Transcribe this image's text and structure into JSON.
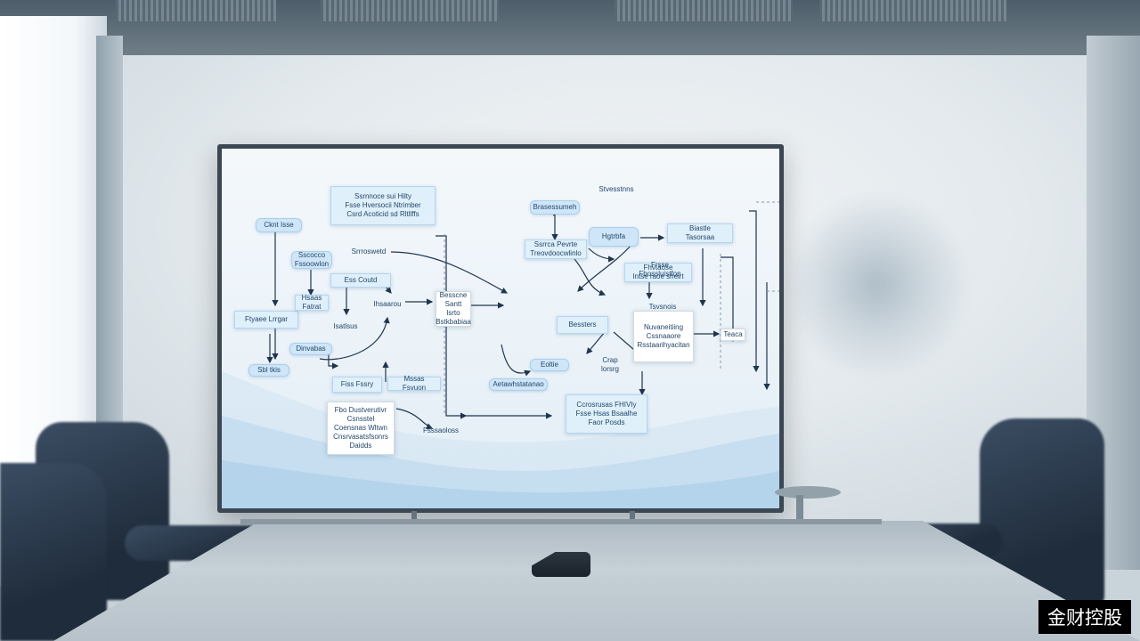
{
  "scene": {
    "colors": {
      "screen_node": "#cfe6f8",
      "screen_line": "#1f3550",
      "chair": "#223040",
      "watermark_bg": "#000000",
      "watermark_fg": "#ffffff"
    }
  },
  "diagram": {
    "nodes": [
      {
        "id": "n1",
        "text": "Cknt Isse",
        "style": "pill"
      },
      {
        "id": "n2",
        "text": "Ssrnnoce sui Hilty\nFsse Hversocii Ntrimber\nCsrd Acoticid sd Rltllffs",
        "style": "box"
      },
      {
        "id": "n3",
        "text": "Srrroswetd",
        "style": "plain"
      },
      {
        "id": "n4",
        "text": "Sscocco\nFssoowlon",
        "style": "pill"
      },
      {
        "id": "n5",
        "text": "Ftyaee Lrrgar",
        "style": "box"
      },
      {
        "id": "n6",
        "text": "Ess Coutd",
        "style": "box"
      },
      {
        "id": "n7",
        "text": "Hsaas\nFatrat",
        "style": "box"
      },
      {
        "id": "n8",
        "text": "Ihsaarou",
        "style": "plain"
      },
      {
        "id": "n9",
        "text": "Isatlsus",
        "style": "plain"
      },
      {
        "id": "n10",
        "text": "Dinvabas",
        "style": "pill"
      },
      {
        "id": "n11",
        "text": "Sbl tkis",
        "style": "pill"
      },
      {
        "id": "n12",
        "text": "Besscne\nSantt\nlsrto\nBstkbabiaa",
        "style": "white"
      },
      {
        "id": "n13",
        "text": "Brasessumeh",
        "style": "pill"
      },
      {
        "id": "n14",
        "text": "Stvesstnns",
        "style": "plain"
      },
      {
        "id": "n15",
        "text": "Ssrrca Pevrte\nTreovdoocwlinlo",
        "style": "box"
      },
      {
        "id": "n16",
        "text": "Hgtrbfa",
        "style": "pill"
      },
      {
        "id": "n17",
        "text": "Biastle\nTasorsaa",
        "style": "box"
      },
      {
        "id": "n18",
        "text": "Fhvtaose\nIntse raoe sheirt",
        "style": "box"
      },
      {
        "id": "n19",
        "text": "Frsse\nFbossluistfon",
        "style": "plain"
      },
      {
        "id": "n20",
        "text": "Tsvsnois",
        "style": "plain"
      },
      {
        "id": "n21",
        "text": "Nuvaneitiing\nCssnaaore\nRsstaarihyacitan",
        "style": "white"
      },
      {
        "id": "n22",
        "text": "Teaca",
        "style": "white"
      },
      {
        "id": "n23",
        "text": "Bessters",
        "style": "box"
      },
      {
        "id": "n24",
        "text": "Eoltie",
        "style": "pill"
      },
      {
        "id": "n25",
        "text": "Crap lorsrg",
        "style": "plain"
      },
      {
        "id": "n26",
        "text": "Aetawhstatanao",
        "style": "pill"
      },
      {
        "id": "n27",
        "text": "Fiss Fssry",
        "style": "box"
      },
      {
        "id": "n28",
        "text": "Mssas Fsvuon",
        "style": "box"
      },
      {
        "id": "n29",
        "text": "Fbo Dustverutivr\nCsnsstel\nCoensnas Wltwn\nCnsrvasatsfsonrs\nDaidds",
        "style": "white"
      },
      {
        "id": "n30",
        "text": "Fsssaoloss",
        "style": "plain"
      },
      {
        "id": "n31",
        "text": "Ccrosrusas FHIVIy\nFsse Hsas Bsaalhe\nFaor Posds",
        "style": "box"
      }
    ]
  },
  "watermark": {
    "text": "金财控股"
  }
}
